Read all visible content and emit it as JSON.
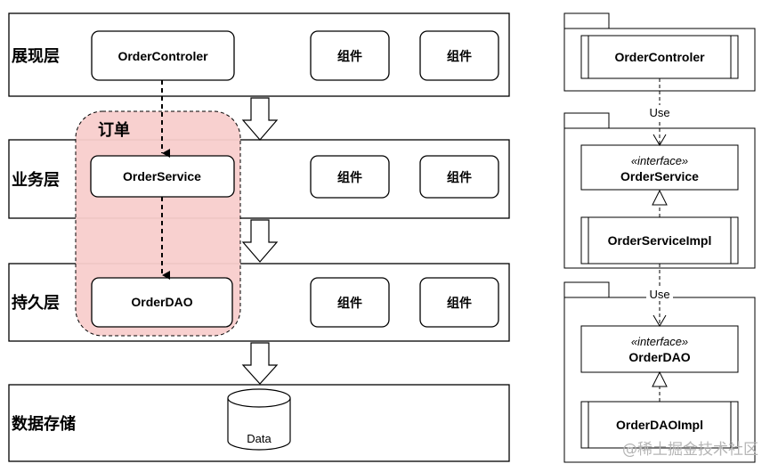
{
  "layers": [
    {
      "name": "展现层",
      "main": "OrderControler",
      "components": [
        "组件",
        "组件"
      ]
    },
    {
      "name": "业务层",
      "main": "OrderService",
      "components": [
        "组件",
        "组件"
      ]
    },
    {
      "name": "持久层",
      "main": "OrderDAO",
      "components": [
        "组件",
        "组件"
      ]
    },
    {
      "name": "数据存储",
      "main": "Data"
    }
  ],
  "group_label": "订单",
  "uml": {
    "controller": "OrderControler",
    "use_label_1": "Use",
    "use_label_2": "Use",
    "interface_stereotype": "«interface»",
    "service_interface": "OrderService",
    "service_impl": "OrderServiceImpl",
    "dao_interface": "OrderDAO",
    "dao_impl": "OrderDAOImpl"
  },
  "watermark": "@稀土掘金技术社区",
  "colors": {
    "group_fill": "#f8cecc",
    "border": "#000000"
  }
}
